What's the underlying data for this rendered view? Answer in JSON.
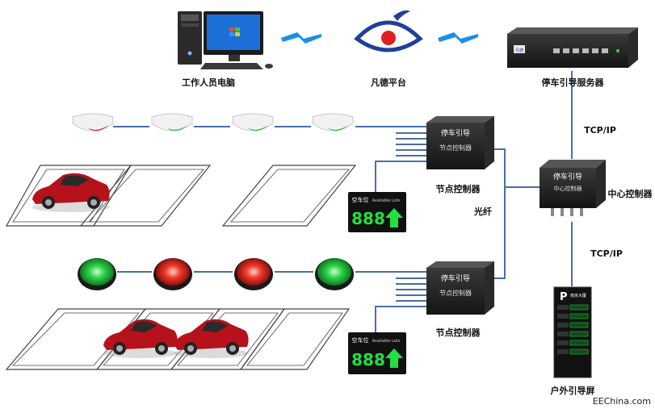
{
  "labels": {
    "staff_pc": "工作人员电脑",
    "platform": "凡德平台",
    "server": "停车引导服务器",
    "tcpip_top": "TCP/IP",
    "node_ctrl_top": "节点控制器",
    "node_ctrl_bottom": "节点控制器",
    "fiber": "光纤",
    "center_ctrl": "中心控制器",
    "tcpip_bottom": "TCP/IP",
    "outdoor_screen": "户外引导屏",
    "watermark": "EEChina.com"
  },
  "devices": {
    "node_ctrl_face_title": "停车引导",
    "node_ctrl_face_sub": "节点控制器",
    "center_face_title": "停车引导",
    "center_face_sub": "中心控制器",
    "sign_title": "空车位",
    "sign_sub": "Available Lots",
    "sign_value": "888",
    "outdoor_board_title": "南京大厦",
    "outdoor_board_p": "P",
    "server_brand": "凡德"
  },
  "colors": {
    "line": "#4a6fa5",
    "led_green": "#22c33a",
    "led_red": "#e02020",
    "device_dark": "#1e1e1e",
    "car_red": "#b5121b"
  },
  "icons": [
    "computer-icon",
    "platform-eye-logo",
    "server-icon",
    "sensor-icon",
    "led-indicator-icon",
    "car-icon",
    "controller-box-icon",
    "guidance-sign-icon",
    "outdoor-screen-icon",
    "wireless-link-icon"
  ]
}
